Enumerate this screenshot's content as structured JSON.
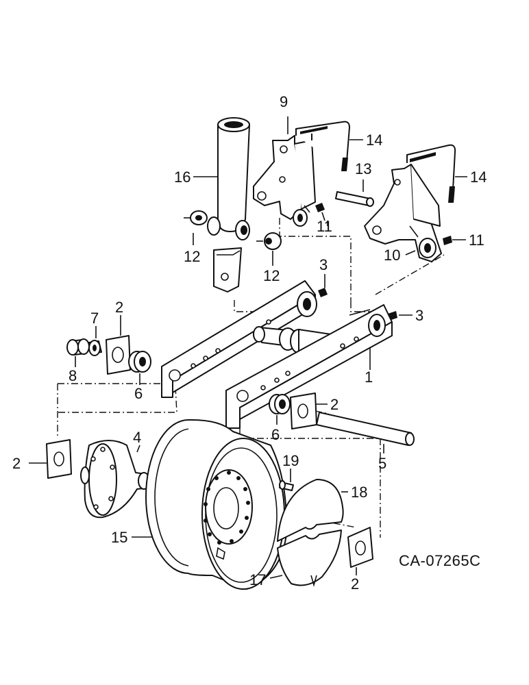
{
  "drawing_code": "CA-07265C",
  "callouts": [
    {
      "id": "c9",
      "label": "9"
    },
    {
      "id": "c14a",
      "label": "14"
    },
    {
      "id": "c14b",
      "label": "14"
    },
    {
      "id": "c16",
      "label": "16"
    },
    {
      "id": "c13",
      "label": "13"
    },
    {
      "id": "c11a",
      "label": "11"
    },
    {
      "id": "c11b",
      "label": "11"
    },
    {
      "id": "c10",
      "label": "10"
    },
    {
      "id": "c12a",
      "label": "12"
    },
    {
      "id": "c12b",
      "label": "12"
    },
    {
      "id": "c3a",
      "label": "3"
    },
    {
      "id": "c3b",
      "label": "3"
    },
    {
      "id": "c7",
      "label": "7"
    },
    {
      "id": "c2a",
      "label": "2"
    },
    {
      "id": "c8",
      "label": "8"
    },
    {
      "id": "c6a",
      "label": "6"
    },
    {
      "id": "c1",
      "label": "1"
    },
    {
      "id": "c2b",
      "label": "2"
    },
    {
      "id": "c6b",
      "label": "6"
    },
    {
      "id": "c5",
      "label": "5"
    },
    {
      "id": "c2c",
      "label": "2"
    },
    {
      "id": "c4",
      "label": "4"
    },
    {
      "id": "c19",
      "label": "19"
    },
    {
      "id": "c18",
      "label": "18"
    },
    {
      "id": "c15",
      "label": "15"
    },
    {
      "id": "c17",
      "label": "17"
    },
    {
      "id": "c2d",
      "label": "2"
    }
  ]
}
